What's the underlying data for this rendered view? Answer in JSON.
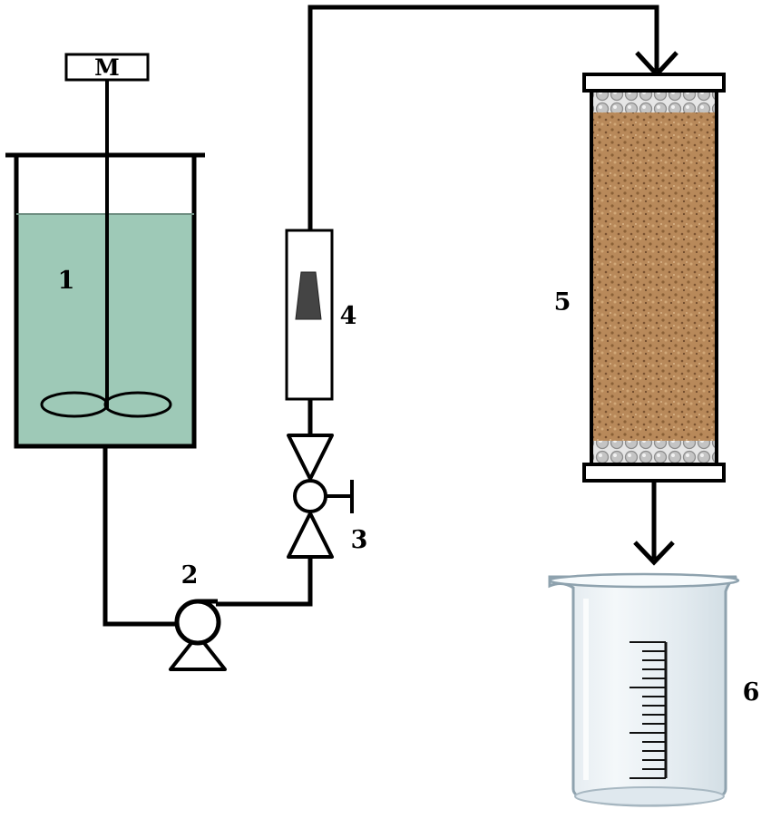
{
  "labels": {
    "motor": "M",
    "tank": "1",
    "pump": "2",
    "valve": "3",
    "flowmeter": "4",
    "column": "5",
    "beaker": "6"
  },
  "colors": {
    "liquid": "#9ec9b7",
    "packing_sand": "#b8895a",
    "packing_sand_dark": "#8a6036",
    "glass_beads": "#c8c8c8",
    "beaker_glass": "#eef3f6",
    "line": "#000000"
  },
  "icons": {
    "motor": "motor-icon",
    "stirrer": "stirrer-icon",
    "pump": "pump-icon",
    "valve": "valve-icon",
    "flowmeter": "rotameter-icon",
    "column": "packed-column-icon",
    "beaker": "beaker-icon"
  }
}
